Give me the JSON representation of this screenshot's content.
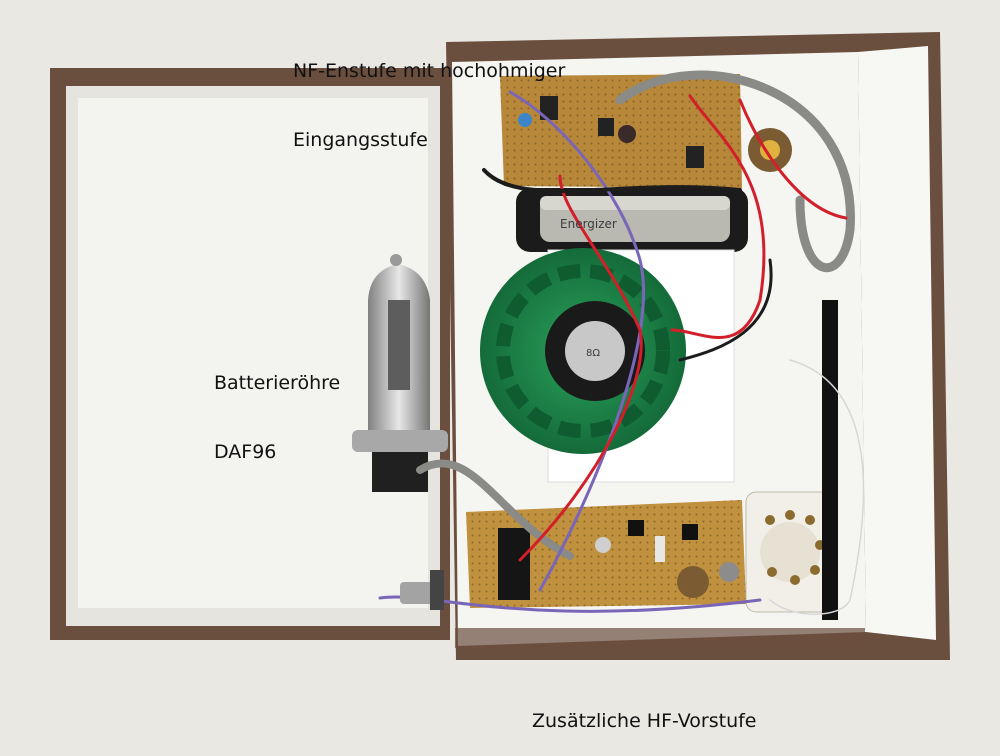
{
  "annotations": {
    "nf_stage": {
      "line1": "NF-Enstufe mit hochohmiger",
      "line2": "Eingangsstufe"
    },
    "tube": {
      "line1": "Batterieröhre",
      "line2": "DAF96"
    },
    "hf_stage": {
      "line1": "Zusätzliche HF-Vorstufe"
    }
  },
  "markings": {
    "battery_text": "Energizer",
    "speaker_text": "8Ω"
  },
  "colors": {
    "box_brown": "#6b4f3e",
    "board_white": "#f5f5f2",
    "perfboard": "#b7873a",
    "speaker_green": "#1f8a4c",
    "wire_red": "#d21f2a",
    "wire_purple": "#7a66b8",
    "wire_gray": "#8a8a86"
  }
}
